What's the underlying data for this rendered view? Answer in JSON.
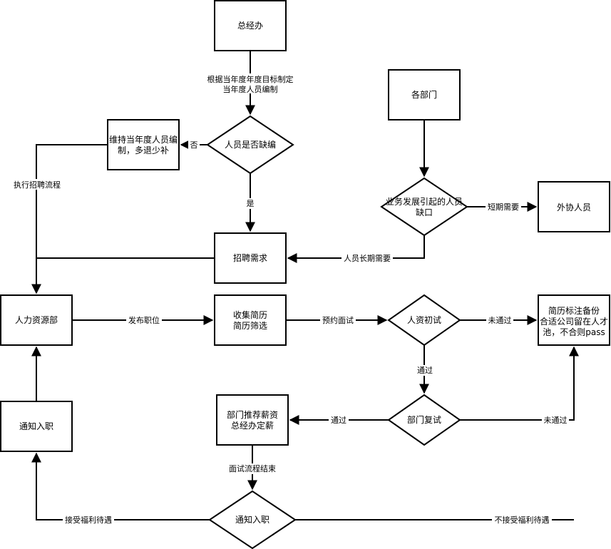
{
  "nodes": {
    "zongjingban": "总经办",
    "renyuan_queshi": "人员是否缺编",
    "weichi_line1": "维持当年度人员编",
    "weichi_line2": "制，多退少补",
    "gebumen": "各部门",
    "yewu_line1": "业务发展引起的人员",
    "yewu_line2": "缺口",
    "waixie": "外协人员",
    "zhaopin_xuqiu": "招聘需求",
    "renli_ziyuanbu": "人力资源部",
    "shouji_line1": "收集简历",
    "shouji_line2": "简历筛选",
    "renzi_chushi": "人资初试",
    "jianli_line1": "简历标注备份",
    "jianli_line2": "合适公司留在人才",
    "jianli_line3": "池，不合则pass",
    "bumen_fushi": "部门复试",
    "tuijian_line1": "部门推荐薪资",
    "tuijian_line2": "总经办定薪",
    "tongzhi_ruzhi_box": "通知入职",
    "tongzhi_ruzhi_diamond": "通知入职"
  },
  "edges": {
    "genju_line1": "根据当年度年度目标制定",
    "genju_line2": "当年度人员编制",
    "fou": "否",
    "shi": "是",
    "zhixing": "执行招聘流程",
    "duanqi": "短期需要",
    "changqi": "人员长期需要",
    "fabu": "发布职位",
    "yuyue": "预约面试",
    "weitongguo1": "未通过",
    "tongguo1": "通过",
    "tongguo2": "通过",
    "weitongguo2": "未通过",
    "mianshi_jieshu": "面试流程结束",
    "jieshou": "接受福利待遇",
    "bujieshou": "不接受福利待遇"
  }
}
